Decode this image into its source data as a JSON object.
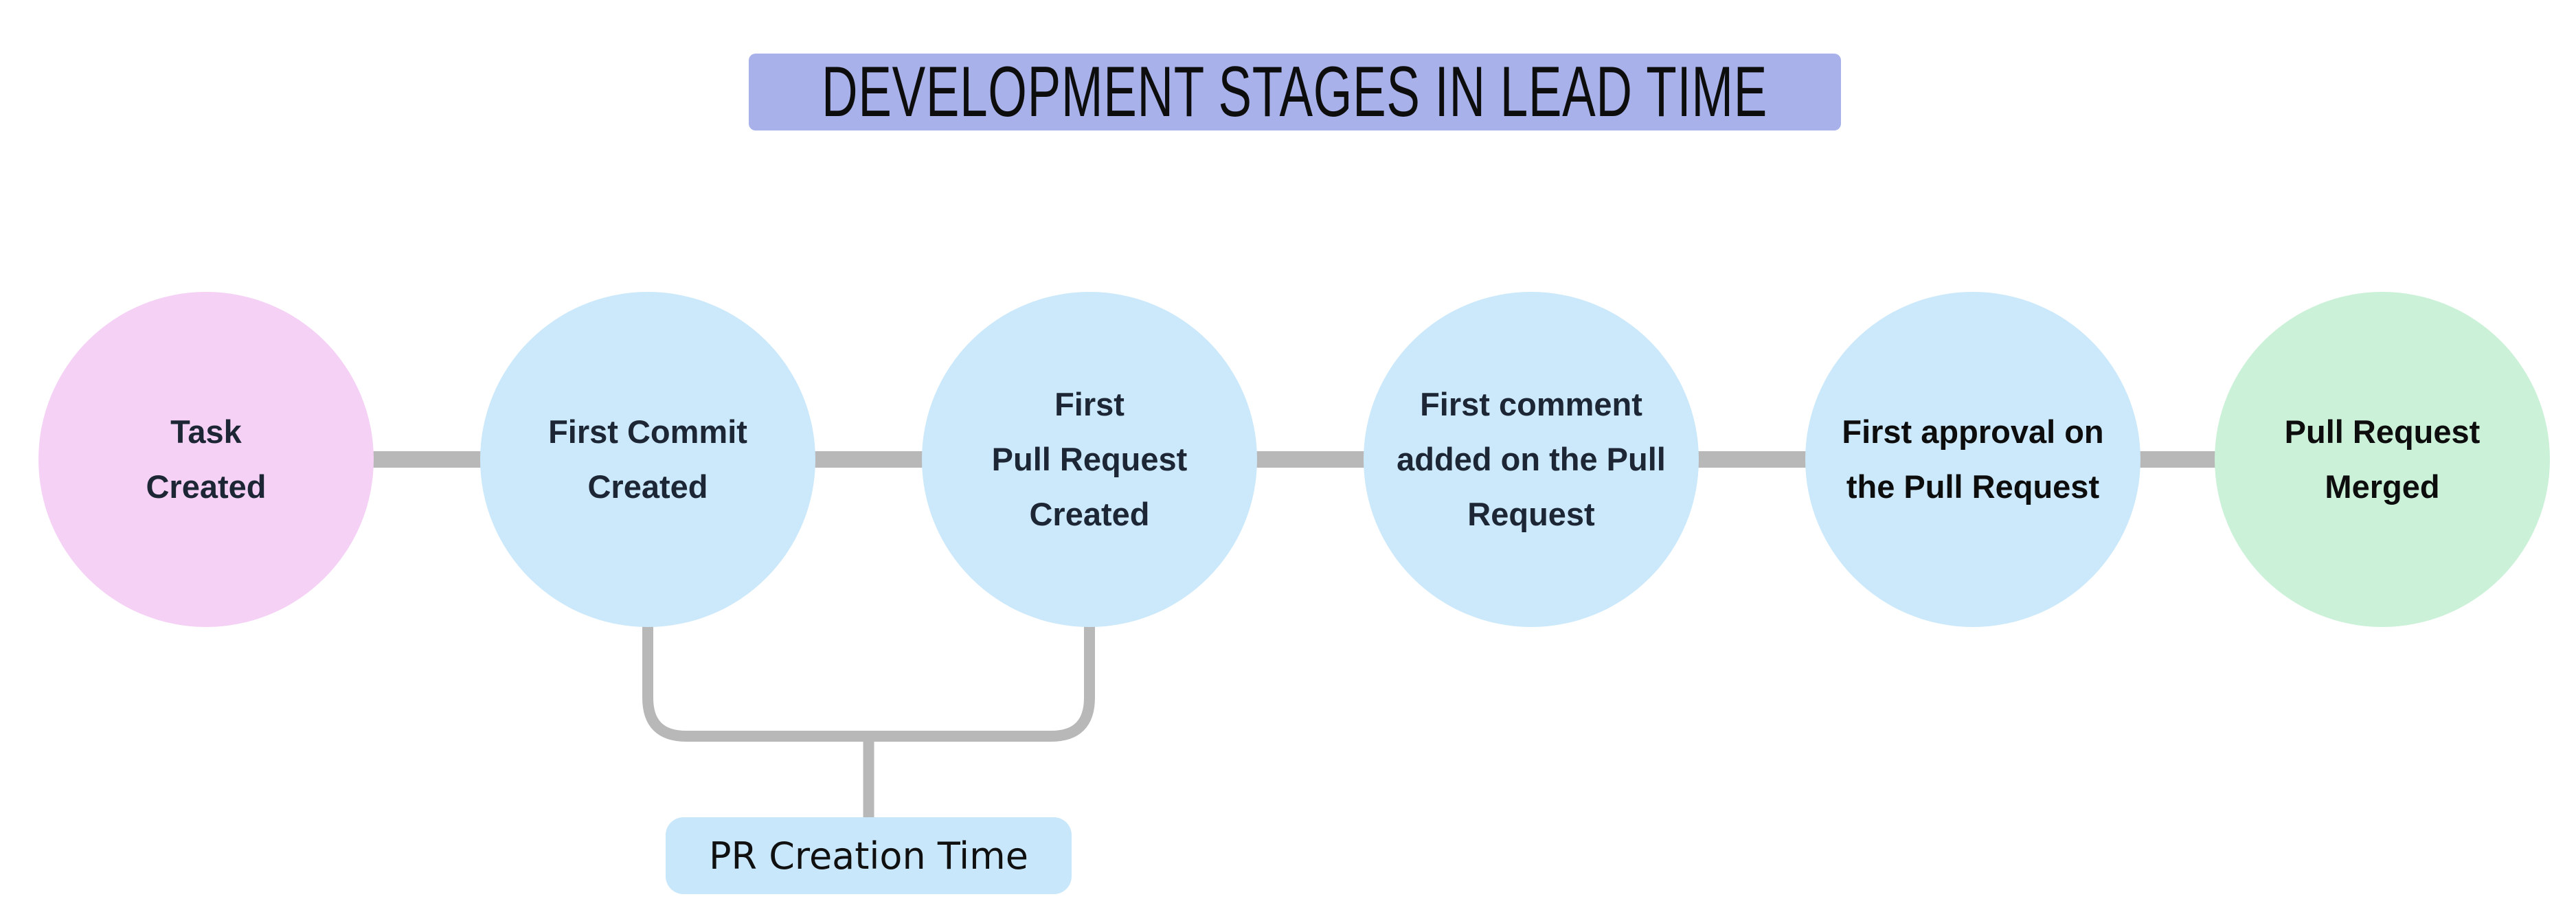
{
  "title": {
    "text": "DEVELOPMENT STAGES IN LEAD TIME",
    "bg": "#a8b1e9",
    "fg": "#0d0d0d"
  },
  "stages": [
    {
      "label": "Task\nCreated",
      "bg": "#f5d1f6",
      "fg": "#1d2634"
    },
    {
      "label": "First Commit\nCreated",
      "bg": "#cbe9fb",
      "fg": "#1d2634"
    },
    {
      "label": "First\nPull Request\nCreated",
      "bg": "#cbe9fb",
      "fg": "#1d2634"
    },
    {
      "label": "First comment\nadded on the Pull\nRequest",
      "bg": "#cbe9fb",
      "fg": "#1d2634"
    },
    {
      "label": "First approval on\nthe Pull Request",
      "bg": "#cbe9fb",
      "fg": "#0d0d0d"
    },
    {
      "label": "Pull Request\nMerged",
      "bg": "#ccf1d9",
      "fg": "#0d0d0d"
    }
  ],
  "bracket": {
    "label": "PR Creation Time",
    "bg": "#c8e7fb",
    "fg": "#101010"
  },
  "colors": {
    "connector": "#b8b8b8",
    "background": "#ffffff"
  }
}
